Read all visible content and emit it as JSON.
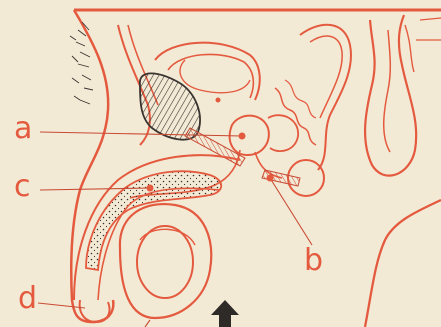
{
  "colors": {
    "paper": "#f3ead6",
    "ink": "#e45a3f",
    "dark_ink": "#3a3430",
    "arrow": "#2e2a28"
  },
  "labels": {
    "a": "a",
    "b": "b",
    "c": "c",
    "d": "d"
  },
  "icons": {
    "arrow": "up-arrow-icon"
  }
}
